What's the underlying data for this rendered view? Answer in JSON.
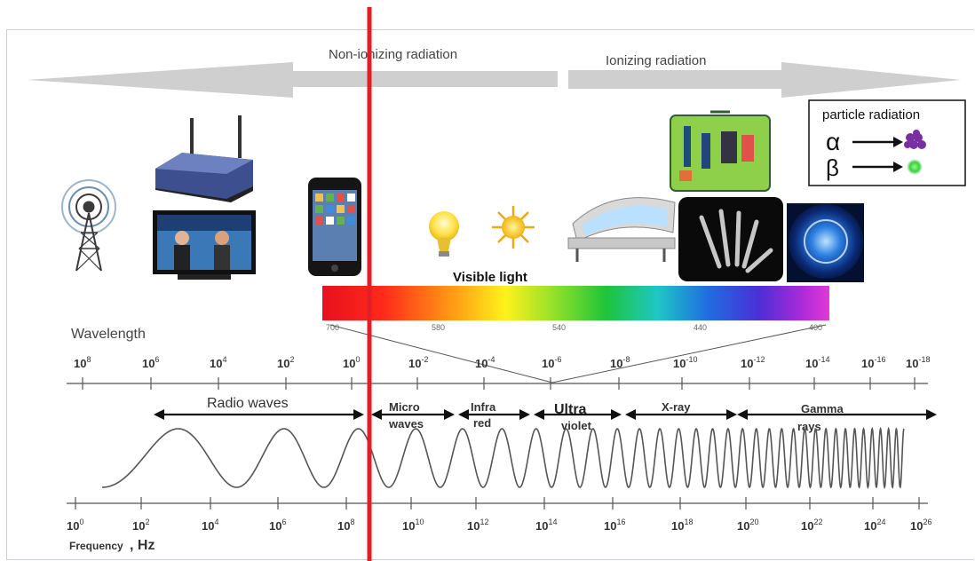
{
  "banner": {
    "non_ionizing": "Non-ionizing radiation",
    "ionizing": "Ionizing radiation"
  },
  "particle_box": {
    "title": "particle radiation",
    "alpha": "α",
    "beta": "β"
  },
  "visible_light_label": "Visible light",
  "spectrum_ticks": [
    "700",
    "580",
    "540",
    "440",
    "400"
  ],
  "wavelength": {
    "label": "Wavelength",
    "ticks": [
      {
        "base": "10",
        "exp": "8"
      },
      {
        "base": "10",
        "exp": "6"
      },
      {
        "base": "10",
        "exp": "4"
      },
      {
        "base": "10",
        "exp": "2"
      },
      {
        "base": "10",
        "exp": "0"
      },
      {
        "base": "10",
        "exp": "-2"
      },
      {
        "base": "10",
        "exp": "-4"
      },
      {
        "base": "10",
        "exp": "-6"
      },
      {
        "base": "10",
        "exp": "-8"
      },
      {
        "base": "10",
        "exp": "-10"
      },
      {
        "base": "10",
        "exp": "-12"
      },
      {
        "base": "10",
        "exp": "-14"
      },
      {
        "base": "10",
        "exp": "-16"
      },
      {
        "base": "10",
        "exp": "-18"
      }
    ]
  },
  "regions": {
    "radio": "Radio waves",
    "micro_1": "Micro",
    "micro_2": "waves",
    "infra_1": "Infra",
    "infra_2": "red",
    "uv_1": "Ultra",
    "uv_2": "violet",
    "xray": "X-ray",
    "gamma_1": "Gamma",
    "gamma_2": "rays"
  },
  "frequency": {
    "label": "Frequency",
    "unit": ", Hz",
    "ticks": [
      {
        "base": "10",
        "exp": "0"
      },
      {
        "base": "10",
        "exp": "2"
      },
      {
        "base": "10",
        "exp": "4"
      },
      {
        "base": "10",
        "exp": "6"
      },
      {
        "base": "10",
        "exp": "8"
      },
      {
        "base": "10",
        "exp": "10"
      },
      {
        "base": "10",
        "exp": "12"
      },
      {
        "base": "10",
        "exp": "14"
      },
      {
        "base": "10",
        "exp": "16"
      },
      {
        "base": "10",
        "exp": "18"
      },
      {
        "base": "10",
        "exp": "20"
      },
      {
        "base": "10",
        "exp": "22"
      },
      {
        "base": "10",
        "exp": "24"
      },
      {
        "base": "10",
        "exp": "26"
      }
    ]
  },
  "colors": {
    "marker": "#e31e24",
    "banner_arrow": "#d0d0d0",
    "axis": "#555555"
  }
}
